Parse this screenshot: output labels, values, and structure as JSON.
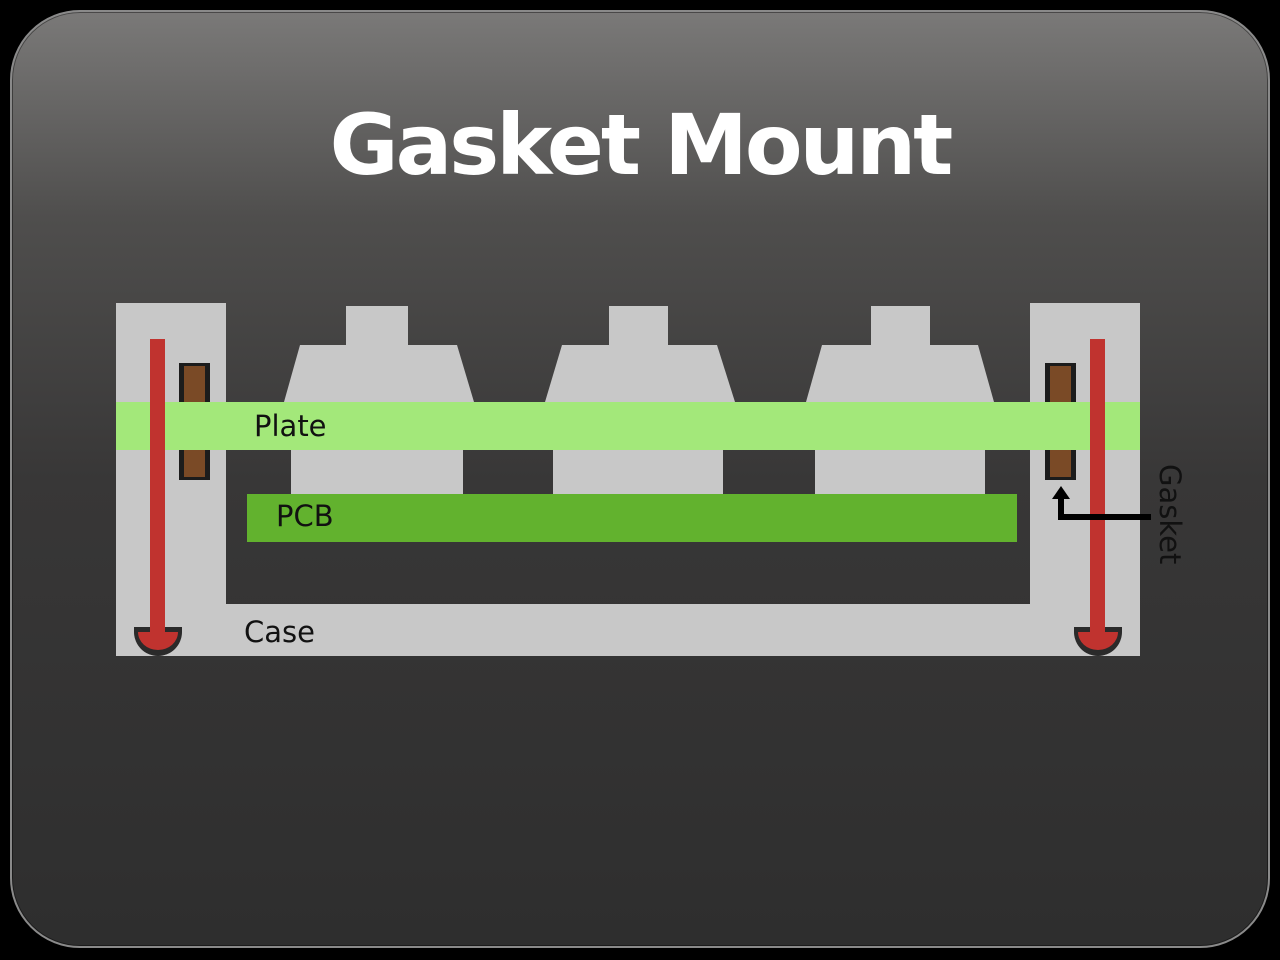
{
  "title": "Gasket Mount",
  "labels": {
    "plate": "Plate",
    "pcb": "PCB",
    "case": "Case",
    "gasket": "Gasket"
  },
  "colors": {
    "case": "#c8c8c8",
    "keycap": "#c8c8c8",
    "plate": "#a3e87a",
    "pcb": "#62b22e",
    "gasket": "#7a4a26",
    "screw": "#c0332f"
  }
}
